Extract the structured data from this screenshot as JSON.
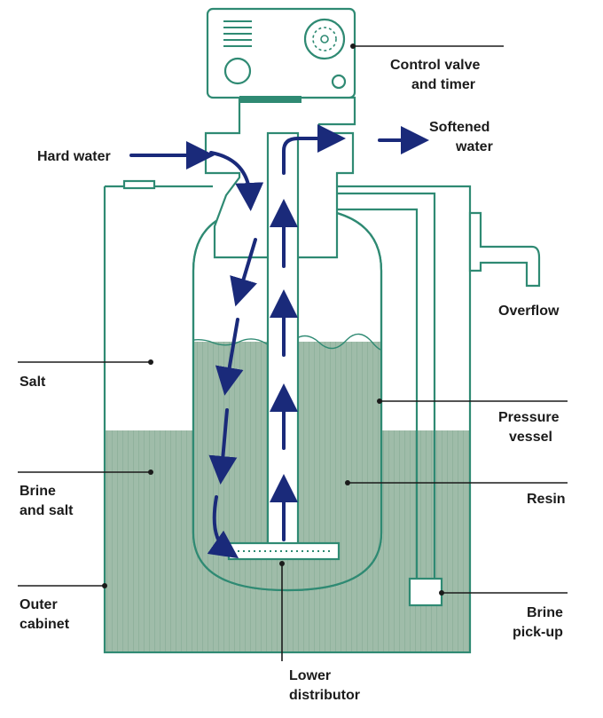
{
  "labels": {
    "control_valve_1": "Control valve",
    "control_valve_2": "and timer",
    "hard_water": "Hard water",
    "softened_1": "Softened",
    "softened_2": "water",
    "overflow": "Overflow",
    "salt": "Salt",
    "pressure_1": "Pressure",
    "pressure_2": "vessel",
    "brine_salt_1": "Brine",
    "brine_salt_2": "and salt",
    "resin": "Resin",
    "outer_1": "Outer",
    "outer_2": "cabinet",
    "pickup_1": "Brine",
    "pickup_2": "pick-up",
    "lower_1": "Lower",
    "lower_2": "distributor"
  },
  "colors": {
    "outline": "#2f8a73",
    "liquid": "#9fbca9",
    "liquid_dark": "#8aae98",
    "flow_arrow": "#1a2a7a",
    "label_text": "#1b1b1b",
    "background": "#ffffff"
  }
}
